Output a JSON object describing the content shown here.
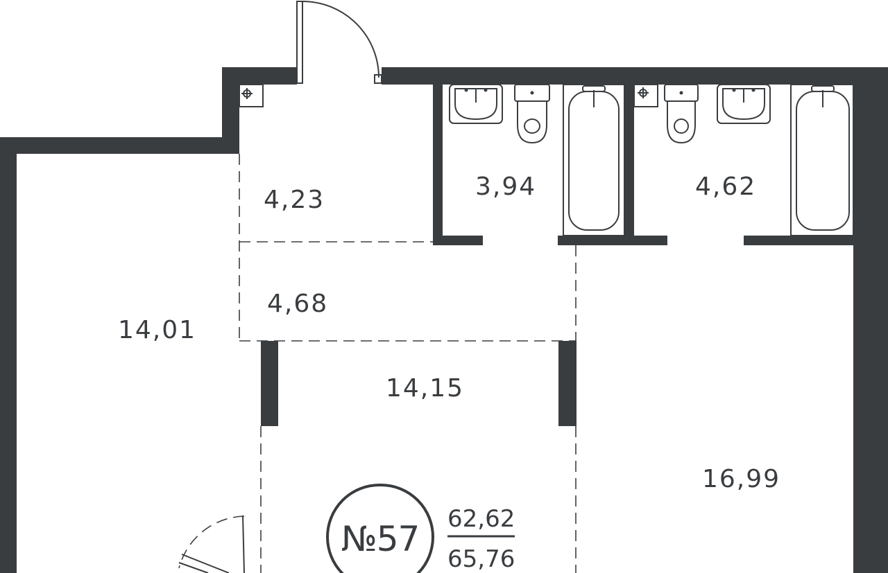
{
  "plan": {
    "rooms": {
      "hall": "4,23",
      "bath1": "3,94",
      "bath2": "4,62",
      "corridor": "4,68",
      "room_left": "14,01",
      "living": "14,15",
      "room_right": "16,99"
    },
    "apartment": {
      "number": "№57",
      "living_area": "62,62",
      "total_area": "65,76"
    },
    "colors": {
      "wall": "#3a3d40",
      "background": "#ffffff"
    }
  }
}
